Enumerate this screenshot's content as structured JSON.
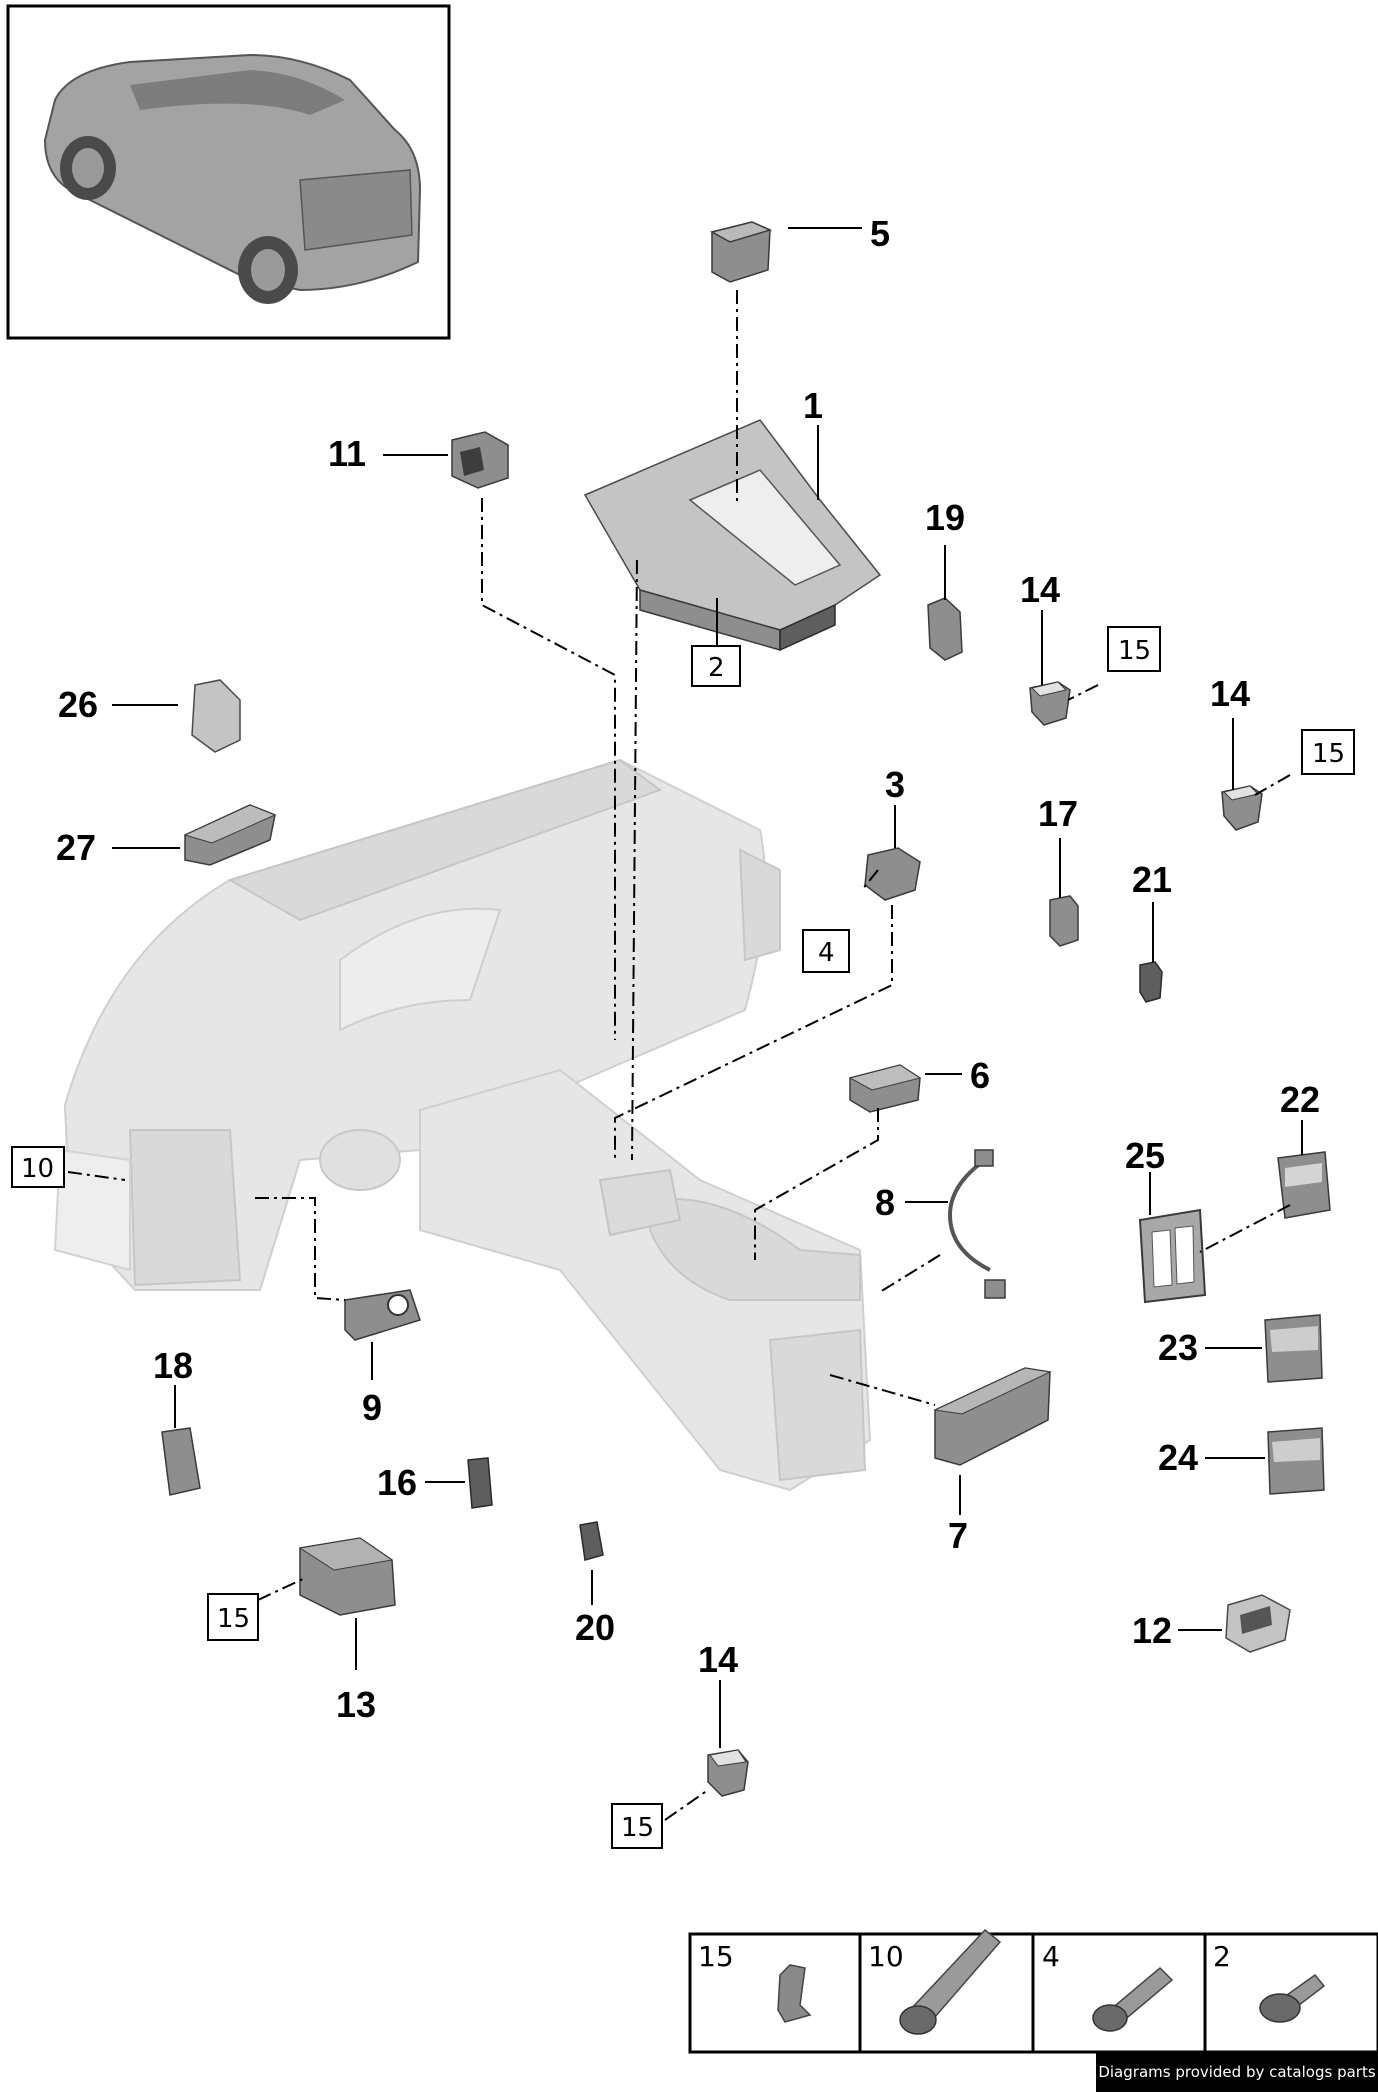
{
  "callouts": [
    {
      "id": "5",
      "label": "5"
    },
    {
      "id": "1",
      "label": "1"
    },
    {
      "id": "11",
      "label": "11"
    },
    {
      "id": "19",
      "label": "19"
    },
    {
      "id": "14a",
      "label": "14"
    },
    {
      "id": "14b",
      "label": "14"
    },
    {
      "id": "26",
      "label": "26"
    },
    {
      "id": "27",
      "label": "27"
    },
    {
      "id": "3",
      "label": "3"
    },
    {
      "id": "17",
      "label": "17"
    },
    {
      "id": "21",
      "label": "21"
    },
    {
      "id": "6",
      "label": "6"
    },
    {
      "id": "22",
      "label": "22"
    },
    {
      "id": "8",
      "label": "8"
    },
    {
      "id": "25",
      "label": "25"
    },
    {
      "id": "23",
      "label": "23"
    },
    {
      "id": "18",
      "label": "18"
    },
    {
      "id": "9",
      "label": "9"
    },
    {
      "id": "16",
      "label": "16"
    },
    {
      "id": "24",
      "label": "24"
    },
    {
      "id": "7",
      "label": "7"
    },
    {
      "id": "20",
      "label": "20"
    },
    {
      "id": "12",
      "label": "12"
    },
    {
      "id": "13",
      "label": "13"
    },
    {
      "id": "14c",
      "label": "14"
    }
  ],
  "boxed_refs": [
    {
      "id": "2",
      "label": "2"
    },
    {
      "id": "15a",
      "label": "15"
    },
    {
      "id": "15b",
      "label": "15"
    },
    {
      "id": "4",
      "label": "4"
    },
    {
      "id": "10",
      "label": "10"
    },
    {
      "id": "15c",
      "label": "15"
    },
    {
      "id": "15d",
      "label": "15"
    }
  ],
  "fastener_table": [
    {
      "label": "15",
      "fastener": "clip"
    },
    {
      "label": "10",
      "fastener": "long-bolt"
    },
    {
      "label": "4",
      "fastener": "medium-bolt"
    },
    {
      "label": "2",
      "fastener": "short-bolt"
    }
  ],
  "footer": {
    "credit": "Diagrams provided by catalogs parts"
  }
}
